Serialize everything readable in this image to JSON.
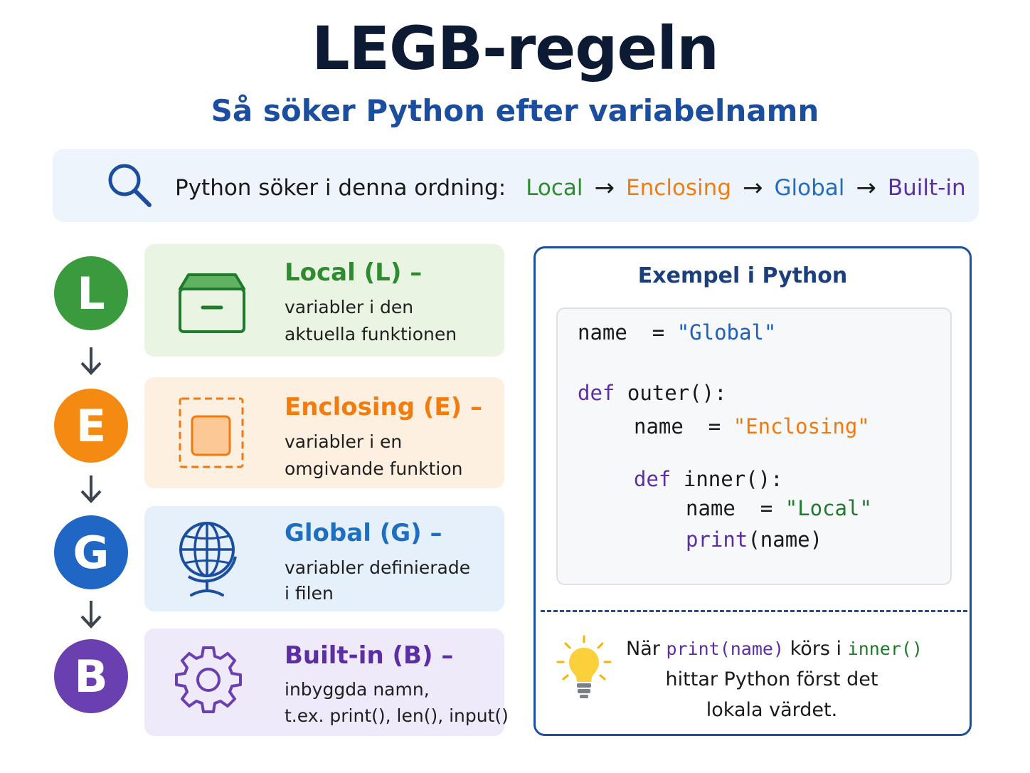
{
  "title": "LEGB-regeln",
  "subtitle": "Så söker Python efter variabelnamn",
  "order": {
    "label": "Python söker i denna ordning:",
    "steps": [
      "Local",
      "Enclosing",
      "Global",
      "Built-in"
    ],
    "arrow": "→"
  },
  "levels": [
    {
      "letter": "L",
      "title": "Local (L) –",
      "desc_1": "variabler i den",
      "desc_2": "aktuella funktionen",
      "color": "#3a9a3e",
      "bg": "#e9f4e2",
      "icon": "archive-box-icon"
    },
    {
      "letter": "E",
      "title": "Enclosing (E) –",
      "desc_1": "variabler i en",
      "desc_2": "omgivande funktion",
      "color": "#f48a12",
      "bg": "#fdf0e1",
      "icon": "dashed-square-icon"
    },
    {
      "letter": "G",
      "title": "Global (G) –",
      "desc_1": "variabler definierade",
      "desc_2": "i filen",
      "color": "#2066c4",
      "bg": "#e6f0fb",
      "icon": "globe-icon"
    },
    {
      "letter": "B",
      "title": "Built-in (B) –",
      "desc_1": "inbyggda namn,",
      "desc_2": "t.ex. print(), len(), input()",
      "color": "#6a3fb0",
      "bg": "#efeafa",
      "icon": "gear-icon"
    }
  ],
  "example": {
    "title": "Exempel i Python",
    "code": {
      "l1_a": "name  = ",
      "l1_b": "\"Global\"",
      "l2_kw": "def",
      "l2_rest": "outer():",
      "l3_a": "name  = ",
      "l3_b": "\"Enclosing\"",
      "l4_kw": "def",
      "l4_rest": "inner():",
      "l5_a": "name  = ",
      "l5_b": "\"Local\"",
      "l6_fn": "print",
      "l6_rest": "(name)"
    },
    "note": {
      "w1": "När",
      "c1": "print(name)",
      "w2": "körs i",
      "c2": "inner()",
      "line2": "hittar Python först det",
      "line3": "lokala värdet."
    }
  }
}
